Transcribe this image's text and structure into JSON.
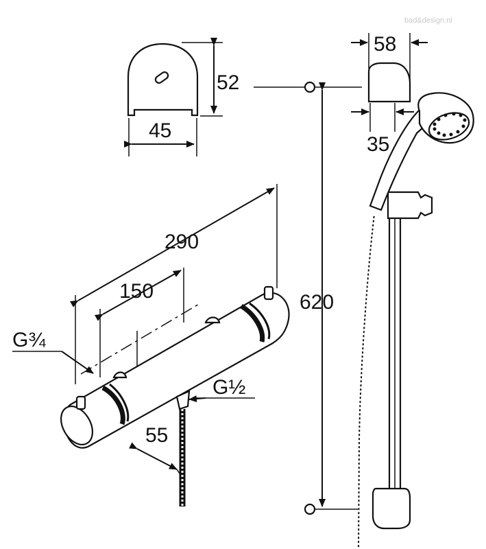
{
  "watermark": "bad&design.nl",
  "dimensions": {
    "wall_cap_height": "52",
    "wall_cap_width": "45",
    "holder_width": "58",
    "holder_depth": "35",
    "rail_length": "620",
    "mixer_length": "290",
    "inlet_spacing": "150",
    "outlet_offset": "55"
  },
  "thread_labels": {
    "inlet": "G¾",
    "outlet": "G½"
  }
}
